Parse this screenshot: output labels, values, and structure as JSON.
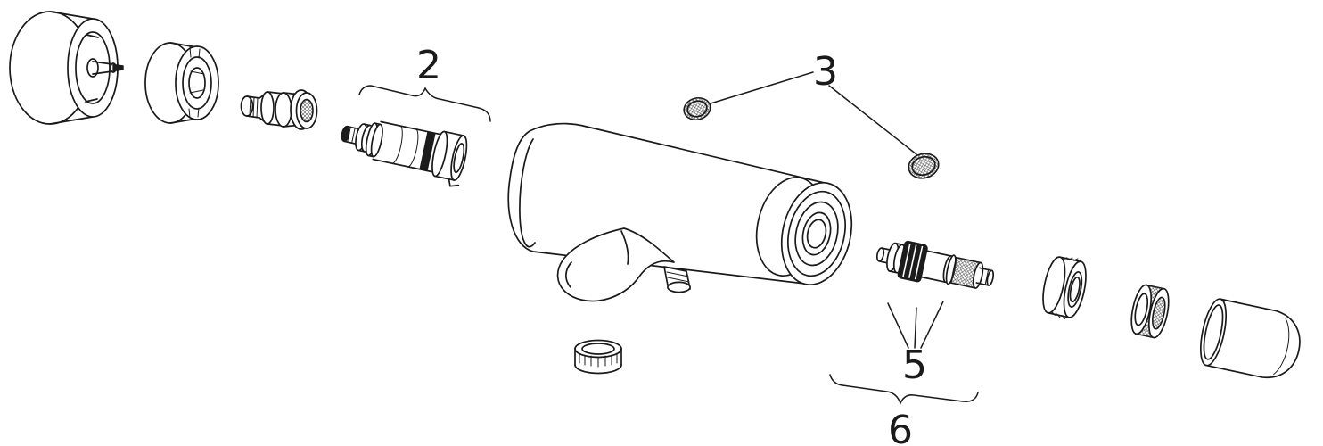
{
  "diagram": {
    "background_color": "#ffffff",
    "line_color": "#1a1a1a",
    "callout_labels": {
      "cartridge_group": "2",
      "filter_screens": "3",
      "check_valve": "5",
      "valve_group": "6"
    },
    "parts": [
      {
        "name": "handle-cap"
      },
      {
        "name": "adapter-ring"
      },
      {
        "name": "valve-adapter"
      },
      {
        "name": "thermostatic-cartridge"
      },
      {
        "name": "faucet-body"
      },
      {
        "name": "spout"
      },
      {
        "name": "outlet-stub"
      },
      {
        "name": "aerator-ring"
      },
      {
        "name": "filter-screen-left"
      },
      {
        "name": "filter-screen-right"
      },
      {
        "name": "check-valve-cartridge"
      },
      {
        "name": "mounting-nut"
      },
      {
        "name": "knurled-ring"
      },
      {
        "name": "end-cap"
      }
    ]
  }
}
